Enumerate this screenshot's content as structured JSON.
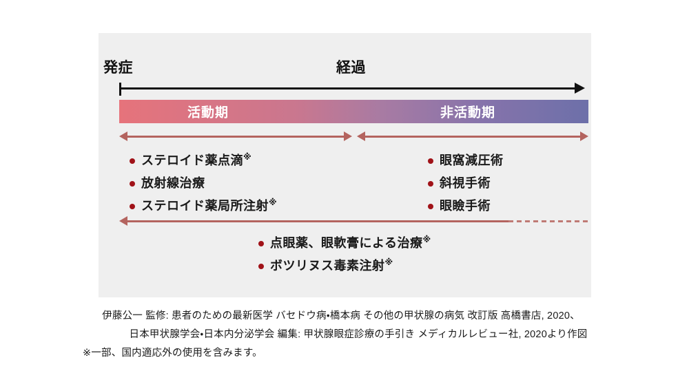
{
  "figure": {
    "axis": {
      "onset_label": "発症",
      "course_label": "経過",
      "direction_icon": "right-arrow-icon"
    },
    "phase_bar": {
      "active_label": "活動期",
      "inactive_label": "非活動期",
      "gradient_start_color": "#e6737b",
      "gradient_end_color": "#6d70a9"
    },
    "phase_arrows": {
      "active_arrow_icon": "double-headed-arrow-icon",
      "inactive_arrow_icon": "double-headed-arrow-icon",
      "arrow_color": "#b4645f"
    },
    "active_treatments": [
      {
        "label": "ステロイド薬点滴",
        "note": "※"
      },
      {
        "label": "放射線治療",
        "note": ""
      },
      {
        "label": "ステロイド薬局所注射",
        "note": "※"
      }
    ],
    "inactive_treatments": [
      {
        "label": "眼窩減圧術",
        "note": ""
      },
      {
        "label": "斜視手術",
        "note": ""
      },
      {
        "label": "眼瞼手術",
        "note": ""
      }
    ],
    "common_arrow": {
      "icon": "left-arrow-icon",
      "solid_color": "#b4645f",
      "dashed_color": "#bf7a74"
    },
    "common_treatments": [
      {
        "label": "点眼薬、眼軟膏による治療",
        "note": "※"
      },
      {
        "label": "ボツリヌス毒素注射",
        "note": "※"
      }
    ],
    "bullet_color": "#a01218",
    "panel_background": "#efefef"
  },
  "caption": {
    "line1": "伊藤公一 監修: 患者のための最新医学 バセドウ病・橋本病 その他の甲状腺の病気 改訂版 高橋書店, 2020、",
    "line2": "日本甲状腺学会・日本内分泌学会 編集: 甲状腺眼症診療の手引き メディカルレビュー社, 2020より作図",
    "line3": "※一部、国内適応外の使用を含みます。"
  }
}
